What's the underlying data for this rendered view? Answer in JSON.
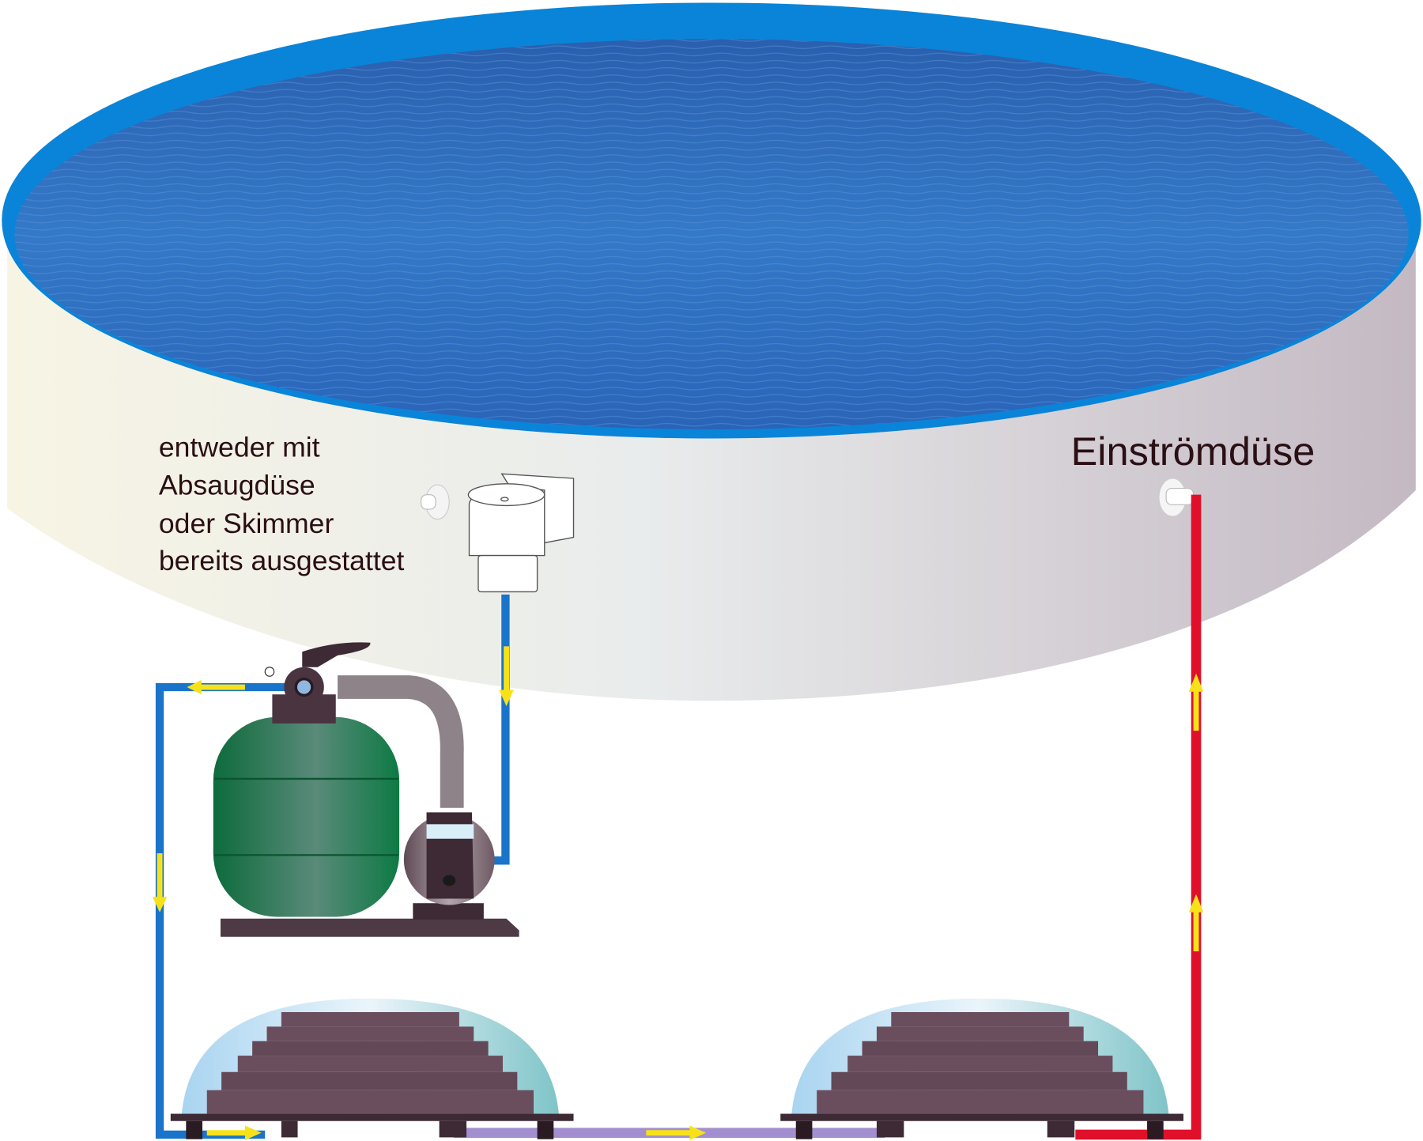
{
  "labels": {
    "skimmer_note": [
      "entweder mit",
      "Absaugdüse",
      "oder Skimmer",
      "bereits ausgestattet"
    ],
    "inlet_nozzle": "Einströmdüse"
  },
  "colors": {
    "suction_pipe": "#1a74c9",
    "return_pipe_hot": "#e0102a",
    "connector_pipe": "#a38fcf",
    "flow_arrow": "#f7e21a",
    "filter_tank": "#137a46",
    "water": "#2f6fbf",
    "pool_rim": "#0a84d8"
  }
}
